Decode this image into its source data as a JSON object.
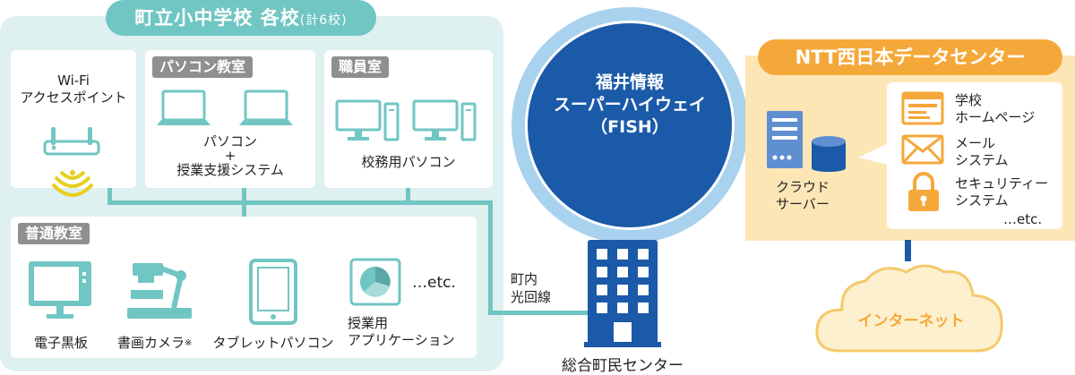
{
  "school": {
    "title": "町立小中学校 各校",
    "title_count": "(計6校)",
    "wifi": {
      "label": "Wi-Fi\nアクセスポイント"
    },
    "pc_room": {
      "tag": "パソコン教室",
      "label": "パソコン\n+\n授業支援システム"
    },
    "staff_room": {
      "tag": "職員室",
      "label": "校務用パソコン"
    },
    "classroom": {
      "tag": "普通教室",
      "items": [
        {
          "label": "電子黒板"
        },
        {
          "label": "書画カメラ",
          "note": "※"
        },
        {
          "label": "タブレットパソコン"
        },
        {
          "label": "授業用\nアプリケーション"
        }
      ],
      "etc": "…etc."
    }
  },
  "fish": {
    "label": "福井情報\nスーパーハイウェイ\n（FISH）"
  },
  "town_line": {
    "label": "町内\n光回線"
  },
  "civic_center": {
    "label": "総合町民センター"
  },
  "ntt": {
    "title": "NTT西日本データセンター",
    "server_label": "クラウド\nサーバー",
    "services": [
      {
        "label": "学校\nホームページ"
      },
      {
        "label": "メール\nシステム"
      },
      {
        "label": "セキュリティー\nシステム"
      }
    ],
    "etc": "…etc."
  },
  "internet": {
    "label": "インターネット"
  },
  "colors": {
    "teal": "#70c6c3",
    "blue": "#1a5aa8",
    "orange": "#f5a83a",
    "gray": "#8f8f8f"
  }
}
